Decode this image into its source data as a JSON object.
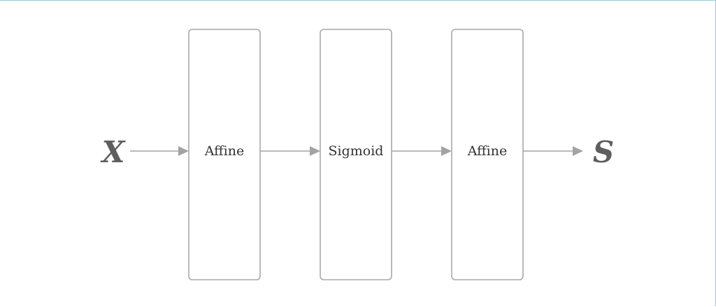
{
  "diagram": {
    "input_label": "X",
    "output_label": "S",
    "layers": [
      {
        "label": "Affine"
      },
      {
        "label": "Sigmoid"
      },
      {
        "label": "Affine"
      }
    ]
  }
}
